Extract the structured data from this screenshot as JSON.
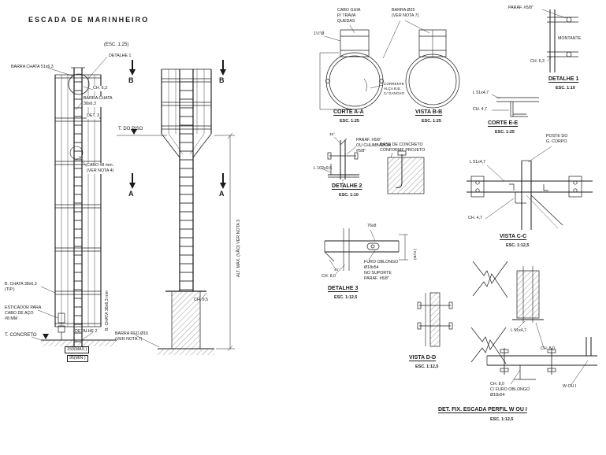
{
  "sheet": {
    "title": "ESCADA DE MARINHEIRO"
  },
  "elev": {
    "barra_chata_51": "BARRA CHATA 51x6,3",
    "esc": "(ESC. 1:25)",
    "det1_ref": "DETALHE 1",
    "ch_63": "CH. 6,3",
    "barra_chata_38": "BARRA CHATA\n38x6,3",
    "det3_ref": "DET. 3",
    "t_do_piso": "T. DO PISO",
    "cabo": "CABO #8 mm.\n(VER NOTA 4)",
    "marker_b": "B",
    "marker_a": "A",
    "alt_dim": "ALT. MÁX. (VÃO) VER NOTA 3",
    "b_chata_tip": "B. CHATA 38x6,3\n(TIP.)",
    "b_chata_vert": "B. CHATA 38x6,3 mm",
    "esticador": "ESTICADOR PARA\nCABO DE AÇO\n#8 MM",
    "t_concreto": "T. CONCRETO",
    "det2_ref": "DETALHE 2",
    "dim_max": "150(MAX.)",
    "dim_min": "95(MIN.)",
    "barra_red": "BARRA RED.Ø16\n(VER NOTA 7)",
    "ch_95": "CH. 9,5"
  },
  "corte_aa": {
    "title": "CORTE A-A",
    "esc": "ESC. 1:25",
    "cabo_guia": "CABO GUIA\nP/ TRAVA\nQUEDAS",
    "barra_25": "BARRA Ø25\n(VER NOTA 7)",
    "rung_dia": "1½\"Ø",
    "corrente": "CORRENTE\nALÇA B.B.\nC/ GANCHO"
  },
  "vista_bb": {
    "title": "VISTA B-B",
    "esc": "ESC. 1:25"
  },
  "detalhe1": {
    "title": "DETALHE 1",
    "esc": "ESC. 1:10",
    "paraf": "PARAF. #5/8\"",
    "montante": "MONTANTE",
    "ch": "CH. 6,3"
  },
  "corte_ee": {
    "title": "CORTE E-E",
    "esc": "ESC. 1:25",
    "l": "L 51x4,7",
    "ch": "CH. 4,7"
  },
  "detalhe2": {
    "title": "DETALHE 2",
    "esc": "ESC. 1:10",
    "ang": "45°",
    "paraf": "PARAF. #5/8\"\nOU CHUMBADOR\n#5/8\"",
    "base": "BASE DE CONCRETO\nCONFORME PROJETO",
    "l": "L 102x9,5"
  },
  "vista_cc": {
    "title": "VISTA C-C",
    "esc": "ESC. 1:12,5",
    "poste": "POSTE DO\nG. CORPO",
    "l": "L 51x4,7",
    "ch": "CH. 4,7"
  },
  "detalhe3": {
    "title": "DETALHE 3",
    "esc": "ESC. 1:12,5",
    "dim": "76x8",
    "furo": "FURO OBLONGO\nØ18x54\nNO SUPORTE\nPARAF. #5/8\"",
    "ch": "CH. 8,0",
    "ang": "45°",
    "max": "(MÁX.)"
  },
  "vista_dd": {
    "title": "VISTA D-D",
    "esc": "ESC. 1:12,5",
    "l": "L 51x4,7",
    "ch": "CH. 8,0"
  },
  "det_fix": {
    "title": "DET. FIX. ESCADA PERFIL W OU I",
    "esc": "ESC. 1:12,5",
    "ch": "CH. 8,0\nC/ FURO OBLONGO\nØ18x54",
    "w": "W OU I"
  }
}
